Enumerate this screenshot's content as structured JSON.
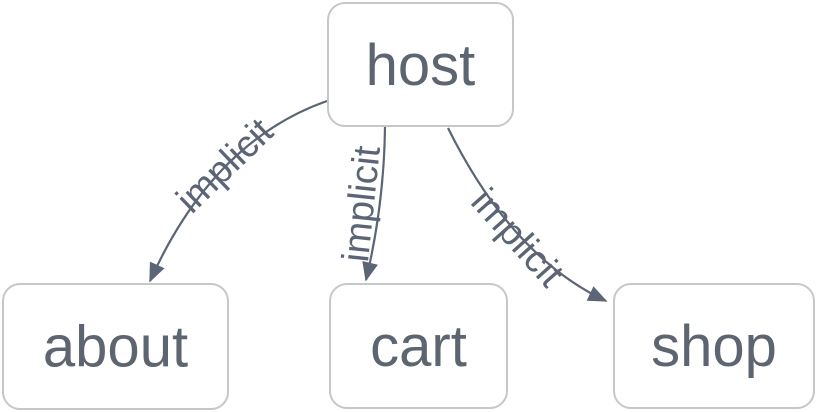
{
  "graph": {
    "nodes": [
      {
        "id": "host",
        "label": "host"
      },
      {
        "id": "about",
        "label": "about"
      },
      {
        "id": "cart",
        "label": "cart"
      },
      {
        "id": "shop",
        "label": "shop"
      }
    ],
    "edges": [
      {
        "from": "host",
        "to": "about",
        "label": "implicit"
      },
      {
        "from": "host",
        "to": "cart",
        "label": "implicit"
      },
      {
        "from": "host",
        "to": "shop",
        "label": "implicit"
      }
    ]
  },
  "colors": {
    "background": "#ffffff",
    "node_fill": "#ffffff",
    "node_border": "#c5c7c9",
    "node_text": "#5d6570",
    "edge": "#5b6575",
    "edge_label": "#5b6575"
  }
}
